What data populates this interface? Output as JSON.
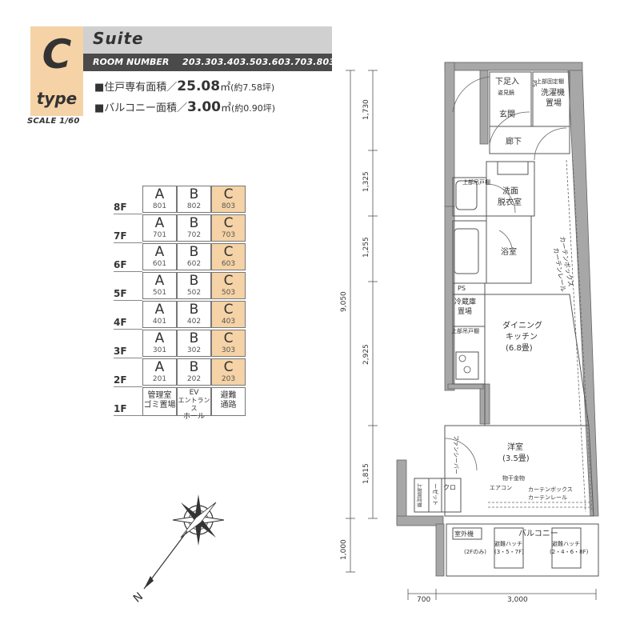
{
  "header": {
    "type_letter": "C",
    "type_word": "type",
    "scale": "SCALE 1/60",
    "suite_title": "Suite",
    "room_number_label": "ROOM NUMBER",
    "room_numbers": "203.303.403.503.603.703.803",
    "private_area_label": "■住戸専有面積／",
    "private_area_value": "25.08",
    "private_area_unit": "㎡",
    "private_area_tsubo": "(約7.58坪)",
    "balcony_area_label": "■バルコニー面積／",
    "balcony_area_value": "3.00",
    "balcony_area_unit": "㎡",
    "balcony_area_tsubo": "(約0.90坪)"
  },
  "floors": [
    {
      "floor": "8F",
      "units": [
        {
          "u": "A",
          "n": "801"
        },
        {
          "u": "B",
          "n": "802"
        },
        {
          "u": "C",
          "n": "803"
        }
      ]
    },
    {
      "floor": "7F",
      "units": [
        {
          "u": "A",
          "n": "701"
        },
        {
          "u": "B",
          "n": "702"
        },
        {
          "u": "C",
          "n": "703"
        }
      ]
    },
    {
      "floor": "6F",
      "units": [
        {
          "u": "A",
          "n": "601"
        },
        {
          "u": "B",
          "n": "602"
        },
        {
          "u": "C",
          "n": "603"
        }
      ]
    },
    {
      "floor": "5F",
      "units": [
        {
          "u": "A",
          "n": "501"
        },
        {
          "u": "B",
          "n": "502"
        },
        {
          "u": "C",
          "n": "503"
        }
      ]
    },
    {
      "floor": "4F",
      "units": [
        {
          "u": "A",
          "n": "401"
        },
        {
          "u": "B",
          "n": "402"
        },
        {
          "u": "C",
          "n": "403"
        }
      ]
    },
    {
      "floor": "3F",
      "units": [
        {
          "u": "A",
          "n": "301"
        },
        {
          "u": "B",
          "n": "302"
        },
        {
          "u": "C",
          "n": "303"
        }
      ]
    },
    {
      "floor": "2F",
      "units": [
        {
          "u": "A",
          "n": "201"
        },
        {
          "u": "B",
          "n": "202"
        },
        {
          "u": "C",
          "n": "203"
        }
      ]
    }
  ],
  "ground_floor": {
    "floor": "1F",
    "cells": [
      [
        "管理室",
        "ゴミ置場"
      ],
      [
        "EV",
        "エントランス",
        "ホール"
      ],
      [
        "避難",
        "通路"
      ]
    ]
  },
  "compass": {
    "north": "N"
  },
  "plan": {
    "dims_left": [
      "1,730",
      "1,325",
      "1,255",
      "2,925",
      "1,815",
      "1,000"
    ],
    "dim_total": "9,050",
    "dims_bottom": [
      "700",
      "3,000"
    ],
    "rooms": {
      "shitaashiire": "下足入",
      "enkousuki": "姿見鏡",
      "ps_top": "PS",
      "joubu_kotei": "上部固定棚",
      "sentakuki_1": "洗濯機",
      "sentakuki_2": "置場",
      "genkan": "玄関",
      "rouka": "廊下",
      "joubu_tobira": "上部吊戸棚",
      "senmen_1": "洗面",
      "senmen_2": "脱衣室",
      "yokushitsu": "浴室",
      "ps_mid": "PS",
      "reizouko_1": "冷蔵庫",
      "reizouko_2": "置場",
      "joubu_tobira2": "上部吊戸棚",
      "dining_1": "ダイニング",
      "dining_2": "キッチン",
      "dining_3": "(6.8畳)",
      "curtain_rail_1": "カーテンレール",
      "curtain_box_1": "カーテンボックス",
      "youshitsu_1": "洋室",
      "youshitsu_2": "(3.5畳)",
      "fan": "ファンシーバー",
      "monohoshi": "物干金物",
      "aircon": "エアコン",
      "curtain_box_2": "カーテンボックス",
      "curtain_rail_2": "カーテンレール",
      "closet_1": "クロ",
      "closet_2": "ーゼット",
      "joubu_shuunou": "上部固定棚",
      "shitsugaiki": "室外機",
      "balcony": "バルコニー",
      "hatch_1a": "避難ハッチ",
      "hatch_1b": "(3・5・7F)",
      "hatch_2a": "避難ハッチ",
      "hatch_2b": "(2・4・6・8F)",
      "f2_only": "(2Fのみ)"
    }
  }
}
